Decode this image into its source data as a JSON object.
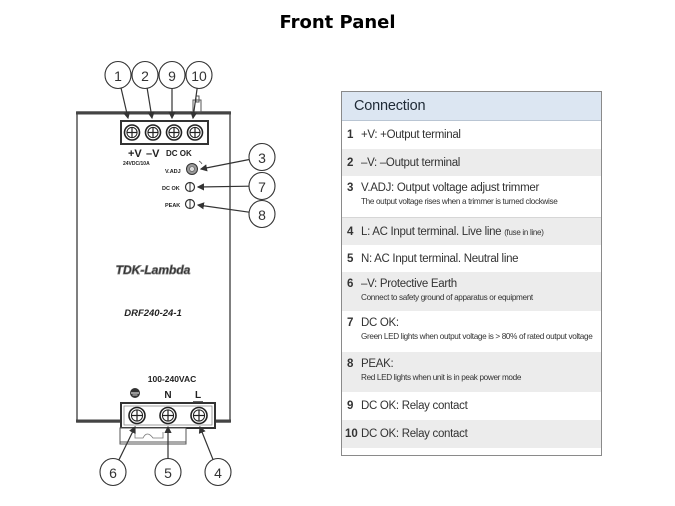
{
  "page": {
    "title": "Front Panel"
  },
  "diagram": {
    "brand": "TDK-Lambda",
    "model": "DRF240-24-1",
    "output_labels": {
      "plus_v": "+V",
      "minus_v": "–V",
      "dc_ok": "DC OK",
      "rating": "24VDC/10A"
    },
    "indicator_labels": {
      "vadj": "V.ADJ",
      "dcok": "DC OK",
      "peak": "PEAK"
    },
    "input_labels": {
      "voltage": "100-240VAC",
      "earth": "⏚",
      "neutral": "N",
      "live": "L"
    },
    "callouts": [
      {
        "num": "1",
        "target": "+V output terminal"
      },
      {
        "num": "2",
        "target": "-V output terminal"
      },
      {
        "num": "9",
        "target": "DC OK relay contact"
      },
      {
        "num": "10",
        "target": "DC OK relay contact"
      },
      {
        "num": "3",
        "target": "V.ADJ trimmer"
      },
      {
        "num": "7",
        "target": "DC OK LED"
      },
      {
        "num": "8",
        "target": "PEAK LED"
      },
      {
        "num": "6",
        "target": "Protective earth terminal"
      },
      {
        "num": "5",
        "target": "N terminal"
      },
      {
        "num": "4",
        "target": "L terminal"
      }
    ]
  },
  "table": {
    "header": "Connection",
    "rows": [
      {
        "num": "1",
        "main": "+V: +Output terminal",
        "note": "",
        "sub": ""
      },
      {
        "num": "2",
        "main": "–V: –Output terminal",
        "note": "",
        "sub": ""
      },
      {
        "num": "3",
        "main": "V.ADJ: Output voltage adjust trimmer",
        "note": "",
        "sub": "The output voltage rises when a trimmer is turned clockwise"
      },
      {
        "num": "4",
        "main": "L: AC Input terminal. Live line",
        "note": "(fuse in line)",
        "sub": ""
      },
      {
        "num": "5",
        "main": "N: AC Input terminal. Neutral line",
        "note": "",
        "sub": ""
      },
      {
        "num": "6",
        "main": "–V: Protective Earth",
        "note": "",
        "sub": "Connect to safety ground of apparatus or equipment"
      },
      {
        "num": "7",
        "main": "DC OK:",
        "note": "",
        "sub": "Green LED lights when output voltage is > 80% of rated output voltage"
      },
      {
        "num": "8",
        "main": "PEAK:",
        "note": "",
        "sub": "Red LED lights when unit is in peak power mode"
      },
      {
        "num": "9",
        "main": "DC OK: Relay contact",
        "note": "",
        "sub": ""
      },
      {
        "num": "10",
        "main": "DC OK: Relay contact",
        "note": "",
        "sub": ""
      }
    ]
  }
}
